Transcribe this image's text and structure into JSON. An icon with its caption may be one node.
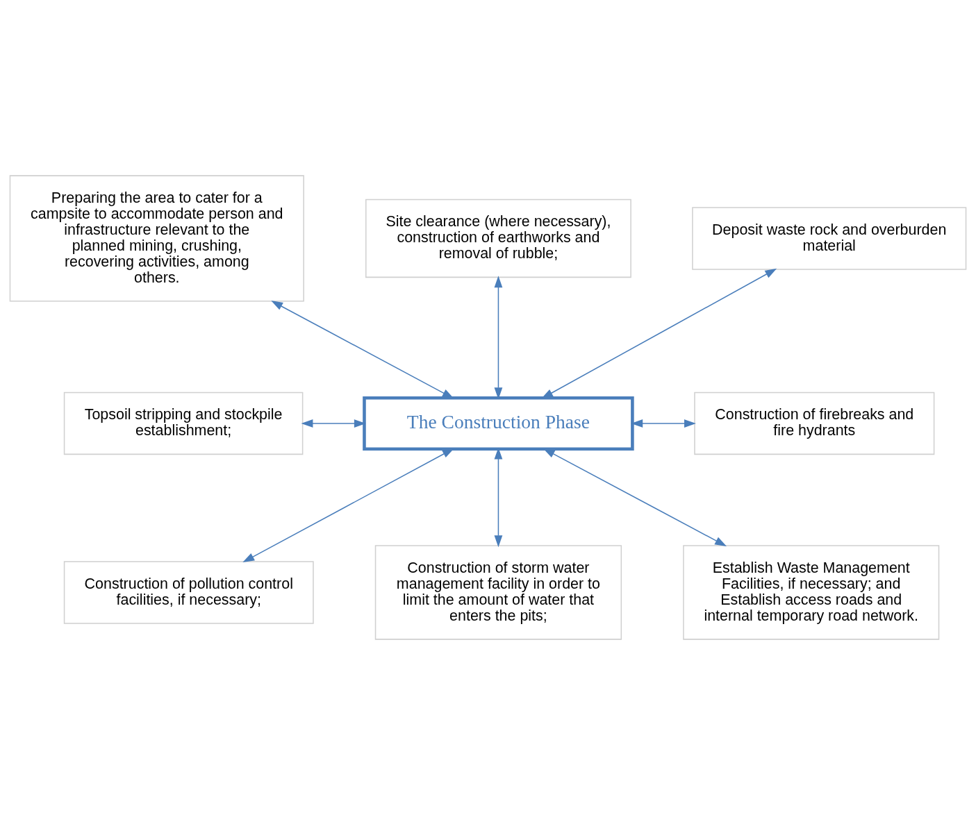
{
  "diagram": {
    "nodes": [
      {
        "text": [
          "Preparing the area to cater for a campsite to accommodate person and infrastructure relevant to the planned mining, crushing, recovering activities, among others."
        ]
      },
      {
        "text": [
          "Site clearance (where necessary), construction of earthworks and removal of rubble;"
        ]
      },
      {
        "text": [
          "Deposit waste rock and overburden material"
        ]
      },
      {
        "text": [
          "Topsoil stripping and stockpile establishment;"
        ]
      },
      {
        "text": [
          "The Construction Phase"
        ]
      },
      {
        "text": [
          "Construction of firebreaks and fire hydrants"
        ]
      },
      {
        "text": [
          "Construction of pollution control facilities, if necessary;"
        ]
      },
      {
        "text": [
          "Construction of storm water management facility in order to limit the amount of water that enters the pits;"
        ]
      },
      {
        "text": [
          "Establish Waste Management Facilities, if necessary; and Establish access roads and internal temporary road network."
        ]
      }
    ],
    "edges": [
      {
        "from": 0,
        "to": 4,
        "arrow": "both"
      },
      {
        "from": 1,
        "to": 4,
        "arrow": "both"
      },
      {
        "from": 2,
        "to": 4,
        "arrow": "both"
      },
      {
        "from": 3,
        "to": 4,
        "arrow": "both"
      },
      {
        "from": 4,
        "to": 5,
        "arrow": "both"
      },
      {
        "from": 4,
        "to": 6,
        "arrow": "both"
      },
      {
        "from": 4,
        "to": 7,
        "arrow": "both"
      },
      {
        "from": 4,
        "to": 8,
        "arrow": "both"
      }
    ]
  }
}
